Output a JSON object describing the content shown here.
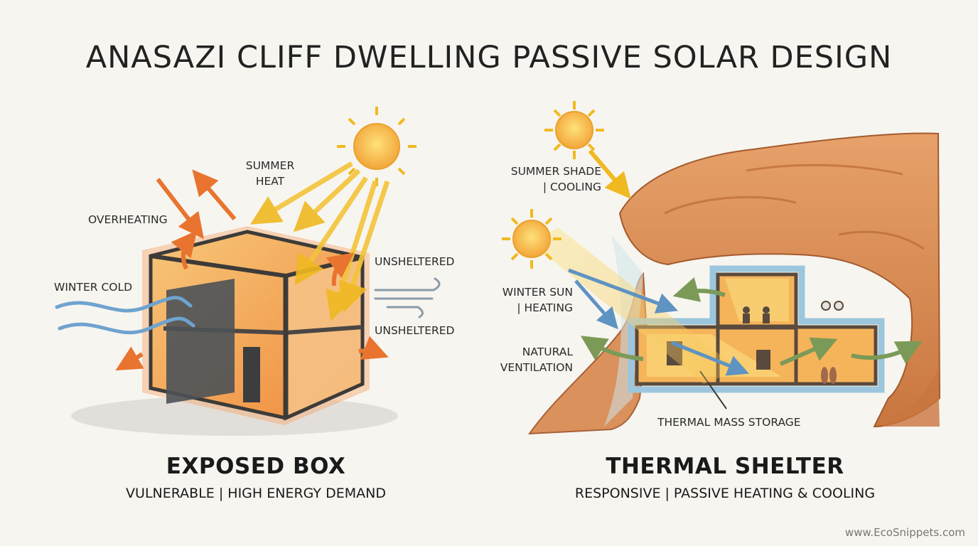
{
  "title": "ANASAZI CLIFF DWELLING PASSIVE SOLAR DESIGN",
  "left_panel": {
    "labels": {
      "summer_heat": "SUMMER\nHEAT",
      "overheating": "OVERHEATING",
      "winter_cold": "WINTER COLD",
      "unsheltered_top": "UNSHELTERED",
      "unsheltered_bottom": "UNSHELTERED"
    },
    "heading": "EXPOSED BOX",
    "subheading": "VULNERABLE | HIGH ENERGY DEMAND"
  },
  "right_panel": {
    "labels": {
      "summer_shade": "SUMMER SHADE\n| COOLING",
      "winter_sun": "WINTER SUN\n| HEATING",
      "natural_ventilation": "NATURAL\nVENTILATION",
      "thermal_mass": "THERMAL MASS STORAGE"
    },
    "heading": "THERMAL SHELTER",
    "subheading": "RESPONSIVE | PASSIVE HEATING & COOLING"
  },
  "footer": "www.EcoSnippets.com",
  "colors": {
    "heat_arrow": "#e8742f",
    "sun_ray": "#f2c32c",
    "cold_wind": "#6ea3cf",
    "ventilation": "#7c9a57",
    "rock": "#d98c55",
    "interior_glow": "#f6b45a"
  }
}
